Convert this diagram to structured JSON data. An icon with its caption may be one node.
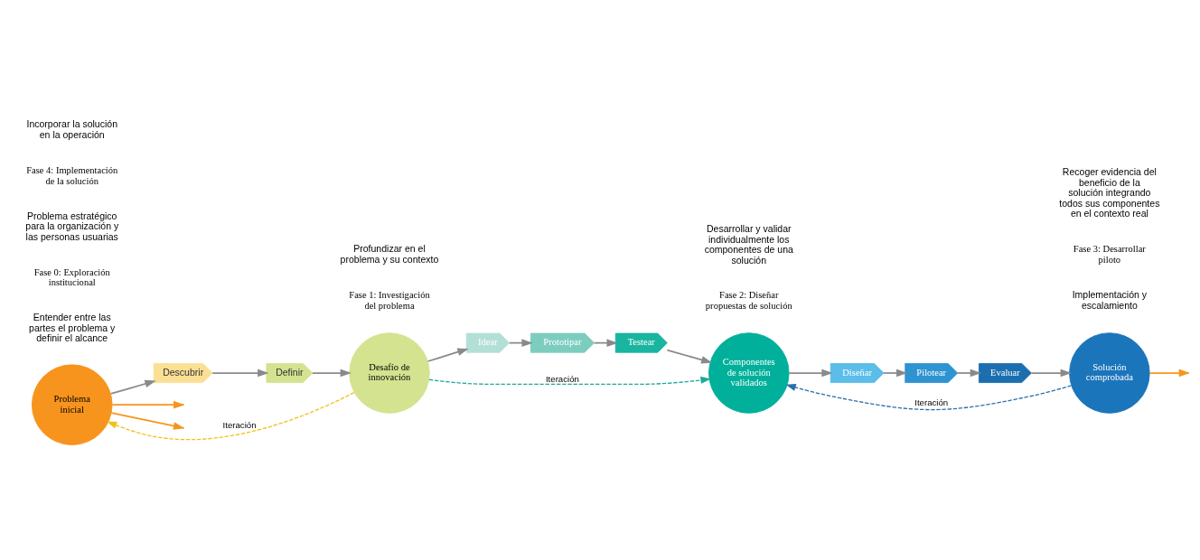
{
  "diagram": {
    "nodes": [
      {
        "text": [
          "Problema inicial"
        ]
      },
      {
        "text": [
          "Descubrir"
        ]
      },
      {
        "text": [
          "Definir"
        ]
      },
      {
        "text": [
          "Desafío de innovación"
        ]
      },
      {
        "text": [
          "Idear"
        ]
      },
      {
        "text": [
          "Prototipar"
        ]
      },
      {
        "text": [
          "Testear"
        ]
      },
      {
        "text": [
          "Componentes de solución validados"
        ]
      },
      {
        "text": [
          "Diseñar"
        ]
      },
      {
        "text": [
          "Pilotear"
        ]
      },
      {
        "text": [
          "Evaluar"
        ]
      },
      {
        "text": [
          "Solución comprobada"
        ]
      }
    ],
    "edges": [
      {
        "from": 0,
        "to": null,
        "arrow": "to",
        "color": "#f7941d"
      },
      {
        "from": 0,
        "to": null,
        "arrow": "to",
        "color": "#f7941d"
      },
      {
        "from": 0,
        "to": 1,
        "arrow": "to"
      },
      {
        "from": 1,
        "to": 2,
        "arrow": "to"
      },
      {
        "from": 2,
        "to": 3,
        "arrow": "to"
      },
      {
        "from": 3,
        "to": 0,
        "arrow": "to",
        "style": "dashed",
        "color": "#f2c21b",
        "label": "Iteración"
      },
      {
        "from": 3,
        "to": 4,
        "arrow": "to"
      },
      {
        "from": 4,
        "to": 5,
        "arrow": "to"
      },
      {
        "from": 5,
        "to": 6,
        "arrow": "to"
      },
      {
        "from": 6,
        "to": 7,
        "arrow": "to"
      },
      {
        "from": 3,
        "to": 7,
        "arrow": "to",
        "style": "dashed",
        "color": "#1aaa96",
        "label": "Iteración"
      },
      {
        "from": 7,
        "to": 8,
        "arrow": "to"
      },
      {
        "from": 8,
        "to": 9,
        "arrow": "to"
      },
      {
        "from": 9,
        "to": 10,
        "arrow": "to"
      },
      {
        "from": 10,
        "to": 11,
        "arrow": "to"
      },
      {
        "from": 11,
        "to": 7,
        "arrow": "to",
        "style": "dashed",
        "color": "#2a6fad",
        "label": "Iteración"
      },
      {
        "from": 11,
        "to": null,
        "arrow": "to",
        "color": "#f7941d"
      }
    ],
    "labels": [
      "Entender entre las partes el problema y definir el alcance",
      "Implementación y escalamiento",
      "Fase 0: Exploración institucional",
      "Problema estratégico para la organización y las personas usuarias",
      "Fase 1: Investigación del problema",
      "Profundizar en el problema y su contexto",
      "Fase 2: Diseñar propuestas de solución",
      "Desarrollar y validar individualmente los componentes de una solución",
      "Fase 3: Desarrollar piloto",
      "Recoger evidencia del beneficio de la solución integrando todos sus componentes en el contexto real",
      "Fase 4: Implementación de la solución",
      "Incorporar la solución en la operación"
    ]
  }
}
